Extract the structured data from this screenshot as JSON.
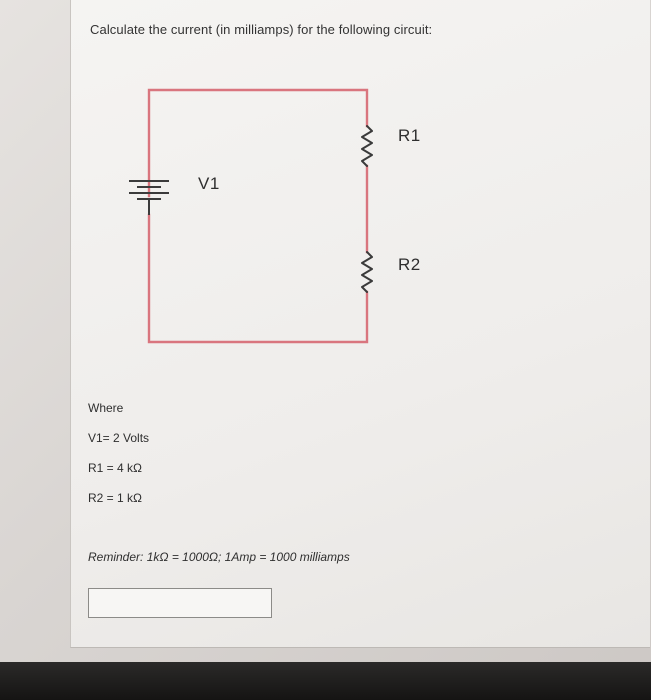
{
  "question": {
    "prompt": "Calculate the current (in milliamps) for the following circuit:"
  },
  "circuit": {
    "labels": {
      "v1": "V1",
      "r1": "R1",
      "r2": "R2"
    },
    "wire_color": "#d9757e"
  },
  "given": {
    "heading": "Where",
    "v1": "V1= 2 Volts",
    "r1": "R1 = 4 kΩ",
    "r2": "R2 = 1 kΩ"
  },
  "reminder": "Reminder: 1kΩ = 1000Ω; 1Amp = 1000 milliamps",
  "answer_field": {
    "value": ""
  }
}
